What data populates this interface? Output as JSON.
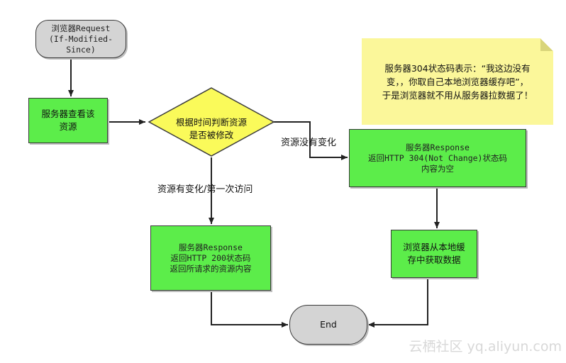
{
  "start": {
    "line1": "浏览器Request",
    "line2": "(If-Modified-",
    "line3": "Since)"
  },
  "server_check": {
    "line1": "服务器查看该",
    "line2": "资源"
  },
  "decision": {
    "line1": "根据时间判断资源",
    "line2": "是否被修改"
  },
  "edge_unchanged": "资源没有变化",
  "edge_changed": "资源有变化/第一次访问",
  "response_304": {
    "line1": "服务器Response",
    "line2": "返回HTTP 304(Not Change)状态码",
    "line3": "内容为空"
  },
  "response_200": {
    "line1": "服务器Response",
    "line2": "返回HTTP 200状态码",
    "line3": "返回所请求的资源内容"
  },
  "browser_cache": {
    "line1": "浏览器从本地缓",
    "line2": "存中获取数据"
  },
  "end": "End",
  "note": {
    "line1": "服务器304状态码表示：“我这边没有",
    "line2": "变，，你取自己本地浏览器缓存吧”，",
    "line3": "于是浏览器就不用从服务器拉数据了！"
  },
  "watermark": "云栖社区 yq.aliyun.com",
  "colors": {
    "process_fill": "#5ced4a",
    "decision_fill": "#fafa5a",
    "terminal_fill": "#d4d4d4",
    "note_fill": "#fbf79a"
  }
}
